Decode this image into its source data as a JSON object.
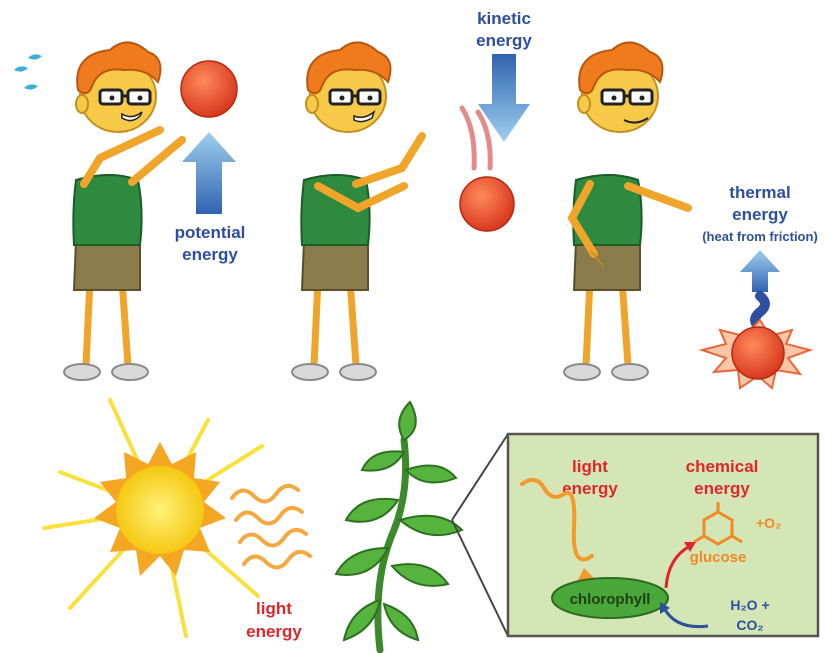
{
  "labels": {
    "potential_1": "potential",
    "potential_2": "energy",
    "kinetic_1": "kinetic",
    "kinetic_2": "energy",
    "thermal_1": "thermal",
    "thermal_2": "energy",
    "thermal_3": "(heat from friction)",
    "light_bottom_1": "light",
    "light_bottom_2": "energy",
    "light_box_1": "light",
    "light_box_2": "energy",
    "chemical_1": "chemical",
    "chemical_2": "energy",
    "oxygen": "+O₂",
    "glucose": "glucose",
    "chlorophyll": "chlorophyll",
    "reactant_1": "H₂O +",
    "reactant_2": "CO₂"
  },
  "colors": {
    "label_blue": "#2e4f9e",
    "label_red": "#e0262b",
    "label_orange": "#f08a24",
    "shirt": "#2e8a3e",
    "pants": "#8b7a4a",
    "hair": "#f07a1e",
    "skin": "#f7c948",
    "ball": "#e8401e",
    "inset_bg": "#d4e6b5",
    "leaf": "#4ea83c",
    "sun": "#f8d81e"
  },
  "icons": [
    "sweat-drops-icon",
    "up-arrow-icon",
    "down-arrow-icon",
    "motion-lines-icon",
    "heat-wave-icon",
    "sun-icon",
    "light-wave-icon",
    "plant-icon",
    "glucose-ring-icon"
  ]
}
